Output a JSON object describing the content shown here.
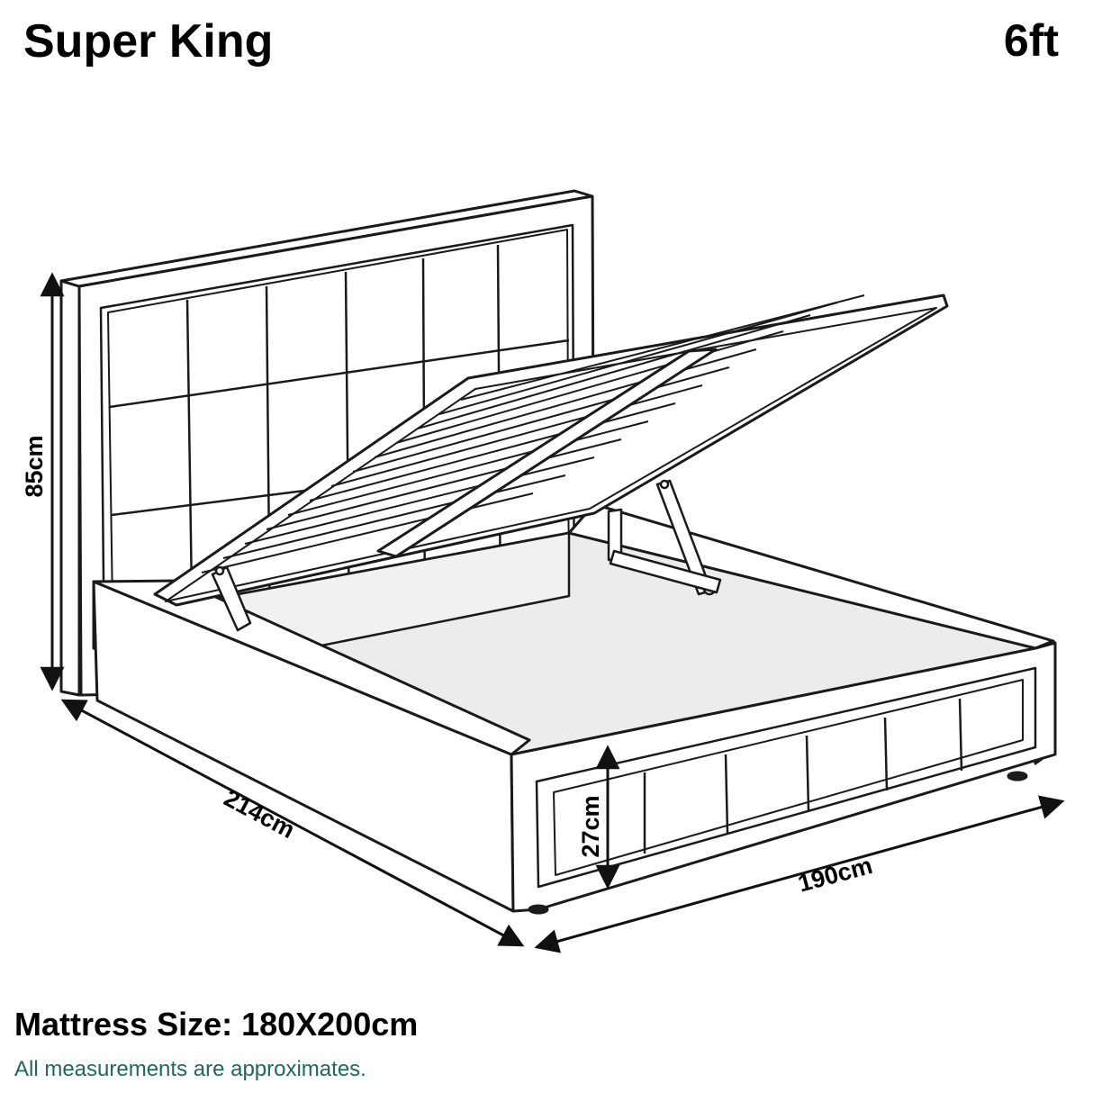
{
  "header": {
    "title": "Super King",
    "size": "6ft"
  },
  "dimensions": {
    "height": "85cm",
    "length": "214cm",
    "width": "190cm",
    "base_height": "27cm"
  },
  "footer": {
    "mattress": "Mattress Size: 180X200cm",
    "note": "All measurements are approximates."
  },
  "colors": {
    "outline": "#1a1a1a",
    "storage_floor": "#ececec",
    "note_text": "#1e6a55"
  },
  "icons": [
    "bed-illustration",
    "gas-lift-piston",
    "dimension-arrow"
  ]
}
